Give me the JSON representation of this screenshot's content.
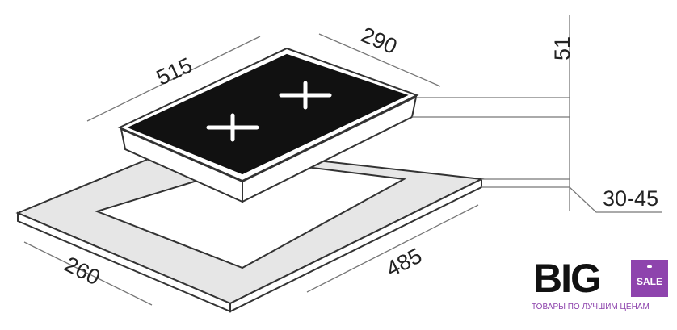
{
  "dimensions": {
    "length": "515",
    "width": "290",
    "height": "51",
    "countertop": "30-45",
    "cutout_depth": "260",
    "cutout_length": "485"
  },
  "logo": {
    "brand": "BIG",
    "badge": "SALE",
    "tagline": "ТОВАРЫ ПО ЛУЧШИМ ЦЕНАМ",
    "color": "#8e44ad"
  }
}
